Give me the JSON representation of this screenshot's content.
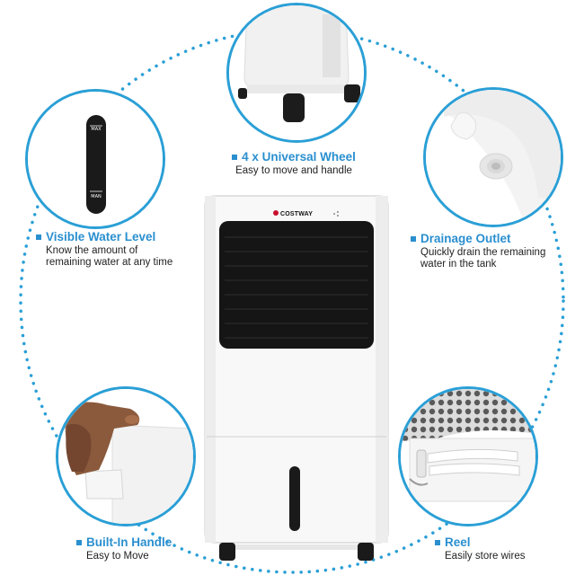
{
  "brand": "COSTWAY",
  "features": {
    "wheel": {
      "title": "4 x Universal Wheel",
      "desc": "Easy to move and handle"
    },
    "water_level": {
      "title": "Visible Water Level",
      "desc_line1": "Know the amount of",
      "desc_line2": "remaining water at any time"
    },
    "drainage": {
      "title": "Drainage Outlet",
      "desc_line1": "Quickly drain the remaining",
      "desc_line2": "water in the tank"
    },
    "handle": {
      "title": "Built-In Handle",
      "desc": "Easy to Move"
    },
    "reel": {
      "title": "Reel",
      "desc": "Easily store wires"
    }
  },
  "gauge": {
    "max_label": "MAX",
    "min_label": "MAN"
  },
  "colors": {
    "accent": "#2a8fcf",
    "dots": "#2a9fd6",
    "body": "#ffffff",
    "grille": "#151515"
  }
}
